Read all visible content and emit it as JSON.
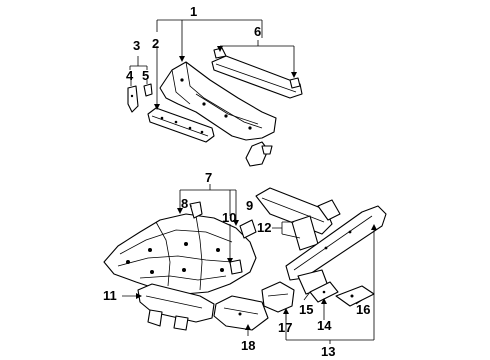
{
  "diagram": {
    "type": "exploded-parts-view",
    "callouts": [
      "1",
      "2",
      "3",
      "4",
      "5",
      "6",
      "7",
      "8",
      "9",
      "10",
      "11",
      "12",
      "13",
      "14",
      "15",
      "16",
      "17",
      "18"
    ]
  }
}
